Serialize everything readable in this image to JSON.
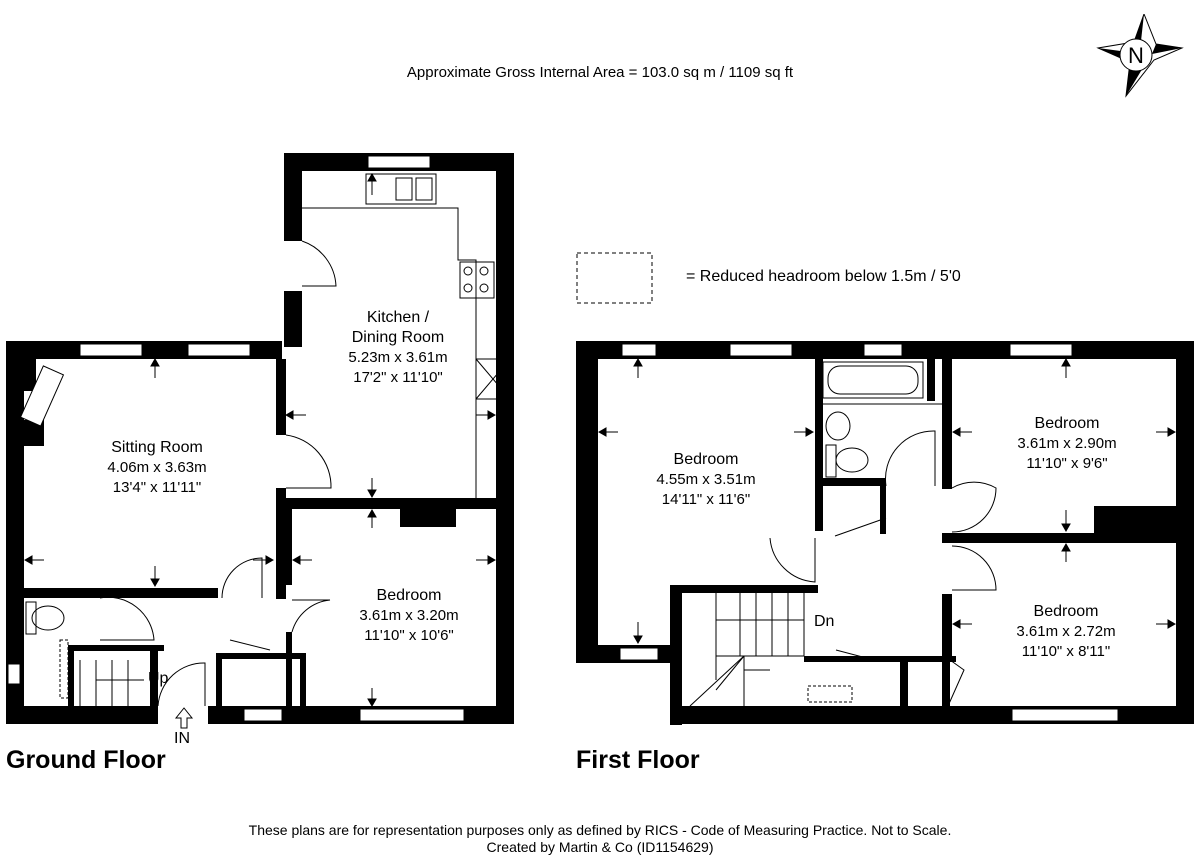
{
  "header": {
    "area": "Approximate Gross Internal Area = 103.0 sq m / 1109 sq ft"
  },
  "legend": {
    "text": "= Reduced headroom below 1.5m / 5'0"
  },
  "compass": {
    "label": "N"
  },
  "ground_floor": {
    "label": "Ground Floor",
    "entrance": "IN",
    "stairs": "Up",
    "rooms": {
      "kitchen": {
        "name_line1": "Kitchen /",
        "name_line2": "Dining Room",
        "metric": "5.23m x 3.61m",
        "imperial": "17'2\" x 11'10\""
      },
      "sitting": {
        "name": "Sitting Room",
        "metric": "4.06m x 3.63m",
        "imperial": "13'4\" x 11'11\""
      },
      "bedroom": {
        "name": "Bedroom",
        "metric": "3.61m x 3.20m",
        "imperial": "11'10\" x 10'6\""
      }
    }
  },
  "first_floor": {
    "label": "First Floor",
    "stairs": "Dn",
    "rooms": {
      "bedroom1": {
        "name": "Bedroom",
        "metric": "4.55m x 3.51m",
        "imperial": "14'11\" x 11'6\""
      },
      "bedroom2": {
        "name": "Bedroom",
        "metric": "3.61m x 2.90m",
        "imperial": "11'10\" x 9'6\""
      },
      "bedroom3": {
        "name": "Bedroom",
        "metric": "3.61m x 2.72m",
        "imperial": "11'10\" x 8'11\""
      }
    }
  },
  "footer": {
    "line1": "These plans are for representation purposes only as defined by RICS - Code of Measuring Practice. Not to Scale.",
    "line2": "Created by Martin & Co (ID1154629)"
  }
}
